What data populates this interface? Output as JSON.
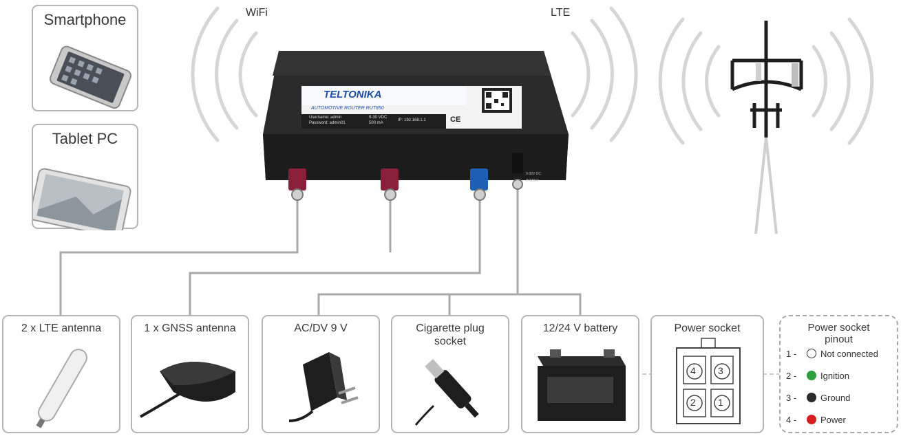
{
  "top_devices": [
    {
      "label": "Smartphone"
    },
    {
      "label": "Tablet PC"
    }
  ],
  "signals": {
    "wifi": "WiFi",
    "lte": "LTE"
  },
  "router": {
    "brand": "TELTONIKA",
    "model": "AUTOMOTIVE ROUTER RUT850",
    "username": "Username: admin",
    "password": "Password: admin01",
    "voltage": "9-30 VDC",
    "current": "500 mA",
    "ip": "IP: 192.168.1.1",
    "cert": "CE",
    "port_label": "9-30V DC",
    "power_label": "POWER"
  },
  "accessories": [
    {
      "label": "2 x LTE antenna"
    },
    {
      "label": "1 x GNSS antenna"
    },
    {
      "label": "AC/DV 9 V"
    },
    {
      "label": "Cigarette plug socket"
    },
    {
      "label": "12/24 V battery"
    },
    {
      "label": "Power socket"
    }
  ],
  "socket_numbers": [
    "4",
    "3",
    "2",
    "1"
  ],
  "pinout": {
    "title": "Power socket pinout",
    "pins": [
      {
        "num": "1 -",
        "label": "Not connected",
        "color": "#ffffff"
      },
      {
        "num": "2 -",
        "label": "Ignition",
        "color": "#2e9e3e"
      },
      {
        "num": "3 -",
        "label": "Ground",
        "color": "#2b2b2b"
      },
      {
        "num": "4 -",
        "label": "Power",
        "color": "#d42020"
      }
    ]
  }
}
